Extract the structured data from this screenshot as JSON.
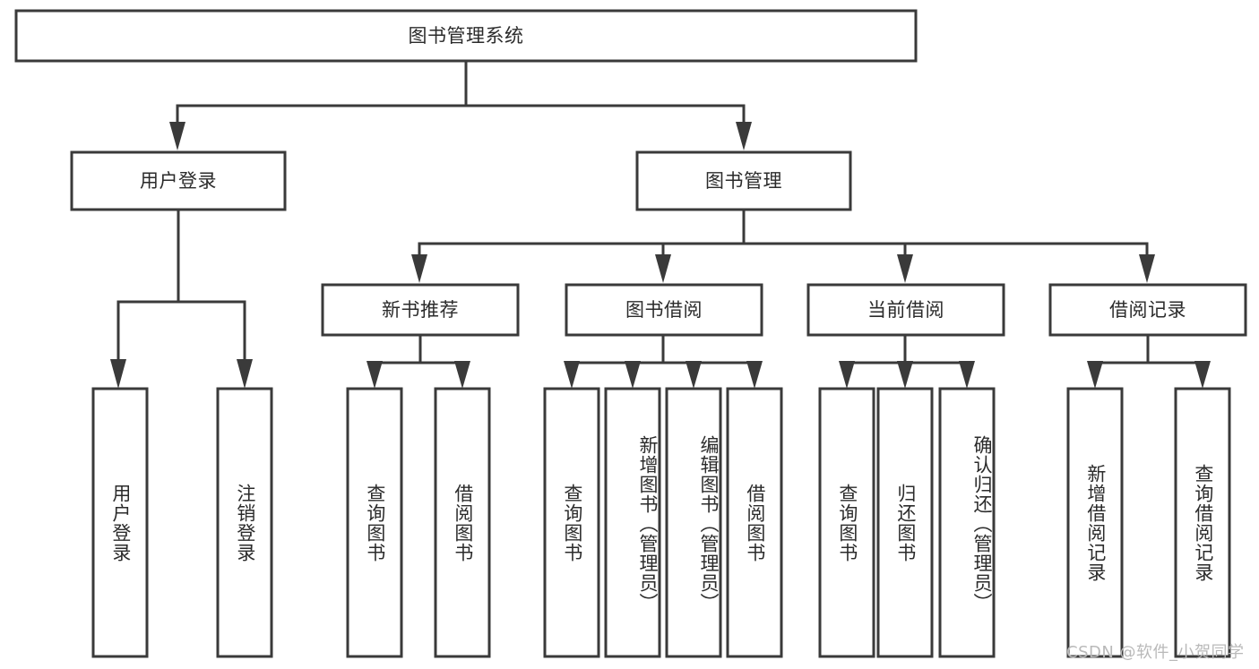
{
  "diagram": {
    "title": "图书管理系统",
    "type": "tree",
    "watermark": "CSDN @软件_小贺同学",
    "colors": {
      "line": "#3a3a3a",
      "box_fill": "#ffffff",
      "text": "#2b2b2b",
      "watermark": "#b9b9b9",
      "background": "#ffffff"
    },
    "root": {
      "label": "图书管理系统"
    },
    "level2": [
      {
        "label": "用户登录"
      },
      {
        "label": "图书管理"
      }
    ],
    "level3": [
      {
        "label": "新书推荐"
      },
      {
        "label": "图书借阅"
      },
      {
        "label": "当前借阅"
      },
      {
        "label": "借阅记录"
      }
    ],
    "leaves": {
      "user_login": [
        {
          "label": "用户登录"
        },
        {
          "label": "注销登录"
        }
      ],
      "new_book_recommend": [
        {
          "label": "查询图书"
        },
        {
          "label": "借阅图书"
        }
      ],
      "book_borrow": [
        {
          "label": "查询图书"
        },
        {
          "label": "新增图书（管理员）"
        },
        {
          "label": "编辑图书（管理员）"
        },
        {
          "label": "借阅图书"
        }
      ],
      "current_borrow": [
        {
          "label": "查询图书"
        },
        {
          "label": "归还图书"
        },
        {
          "label": "确认归还（管理员）"
        }
      ],
      "borrow_record": [
        {
          "label": "新增借阅记录"
        },
        {
          "label": "查询借阅记录"
        }
      ]
    }
  }
}
